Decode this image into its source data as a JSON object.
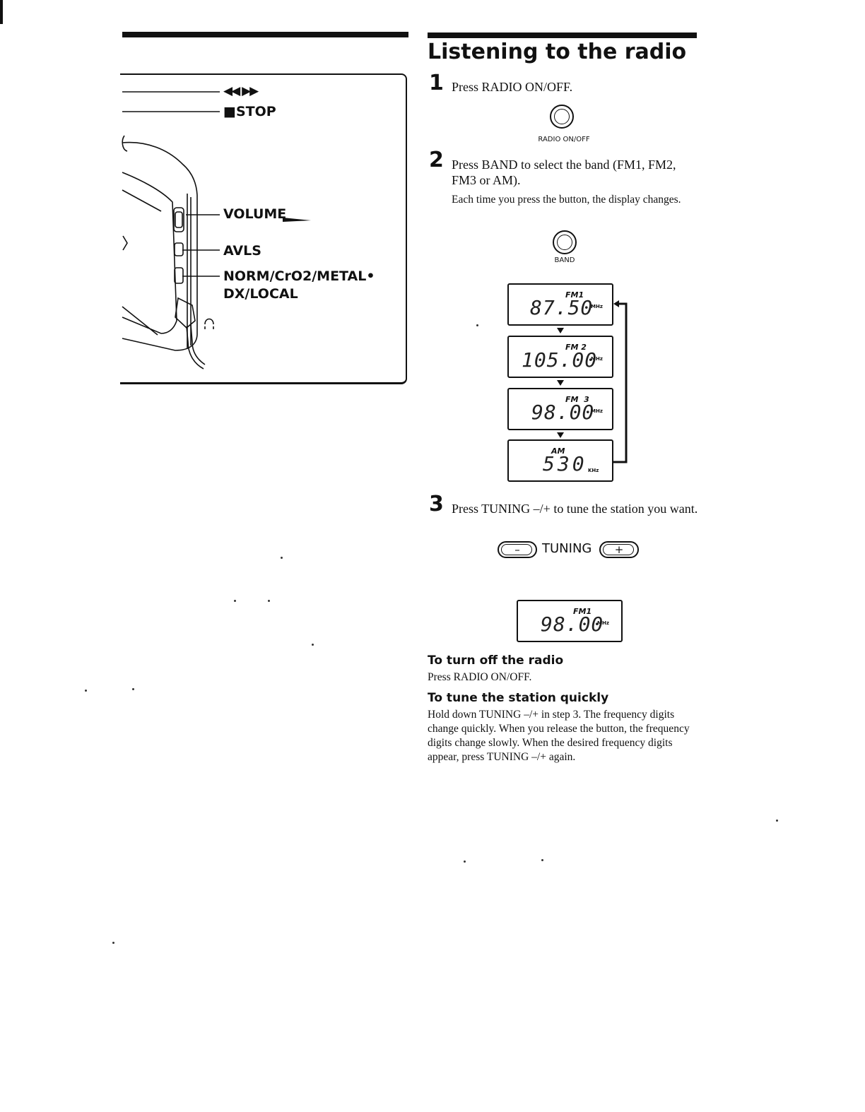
{
  "left_panel": {
    "callouts": {
      "skip_arrows": "◀◀ ▶▶",
      "stop": "■STOP",
      "volume": "VOLUME",
      "avls": "AVLS",
      "norm": "NORM/CrO2/METAL•",
      "dx_local": "DX/LOCAL"
    }
  },
  "right_panel": {
    "title": "Listening to the radio",
    "steps": [
      {
        "number": "1",
        "text": "Press RADIO ON/OFF.",
        "button_label": "RADIO ON/OFF"
      },
      {
        "number": "2",
        "text": "Press BAND to select the band (FM1, FM2, FM3 or AM).",
        "note": "Each time you press the button, the display changes.",
        "button_label": "BAND",
        "displays": [
          {
            "band": "FM1",
            "freq": "87.50",
            "unit": "MHz"
          },
          {
            "band": "FM 2",
            "freq": "105.00",
            "unit": "MHz"
          },
          {
            "band": "FM  3",
            "freq": "98.00",
            "unit": "MHz"
          },
          {
            "band": "AM",
            "freq": "530",
            "unit": "KHz"
          }
        ]
      },
      {
        "number": "3",
        "text": "Press TUNING –/+ to tune the station you want.",
        "tuning_label": "TUNING",
        "minus": "–",
        "plus": "+",
        "display": {
          "band": "FM1",
          "freq": "98.00",
          "unit": "MHz"
        }
      }
    ],
    "tips": [
      {
        "heading": "To turn off the radio",
        "text": "Press RADIO ON/OFF."
      },
      {
        "heading": "To tune the station quickly",
        "text": "Hold down TUNING –/+ in step 3. The frequency digits change quickly.  When you release the button, the frequency digits change slowly.  When the desired frequency digits appear, press TUNING –/+ again."
      }
    ]
  }
}
